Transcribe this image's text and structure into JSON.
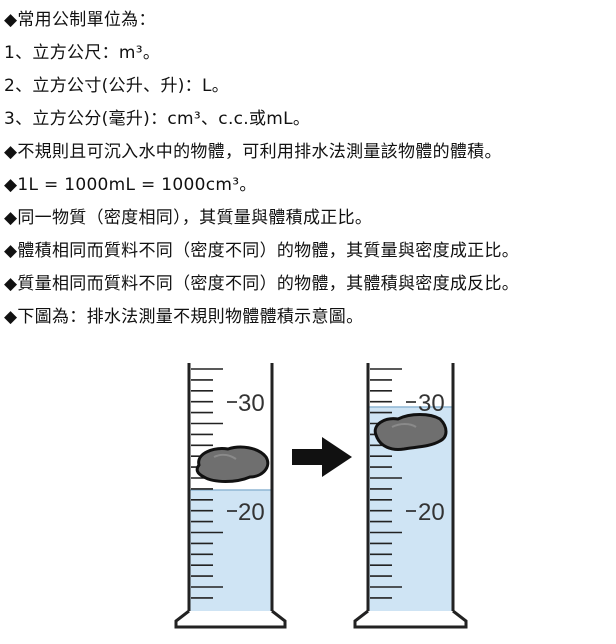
{
  "lines": [
    "◆常用公制單位為：",
    "1、立方公尺：m³。",
    "2、立方公寸(公升、升)：L。",
    "3、立方公分(毫升)：cm³、c.c.或mL。",
    "◆不規則且可沉入水中的物體，可利用排水法測量該物體的體積。",
    "◆1L = 1000mL = 1000cm³。",
    "◆同一物質（密度相同），其質量與體積成正比。",
    "◆體積相同而質料不同（密度不同）的物體，其質量與密度成正比。",
    "◆質量相同而質料不同（密度不同）的物體，其體積與密度成反比。",
    "◆下圖為：排水法測量不規則物體體積示意圖。"
  ],
  "diagram": {
    "left_cylinder": {
      "label_top": "30",
      "label_bottom": "20"
    },
    "right_cylinder": {
      "label_top": "30",
      "label_bottom": "20"
    },
    "colors": {
      "water": "#cfe4f4",
      "stone": "#6f6f6f",
      "arrow": "#111111",
      "tube": "#222222"
    }
  }
}
